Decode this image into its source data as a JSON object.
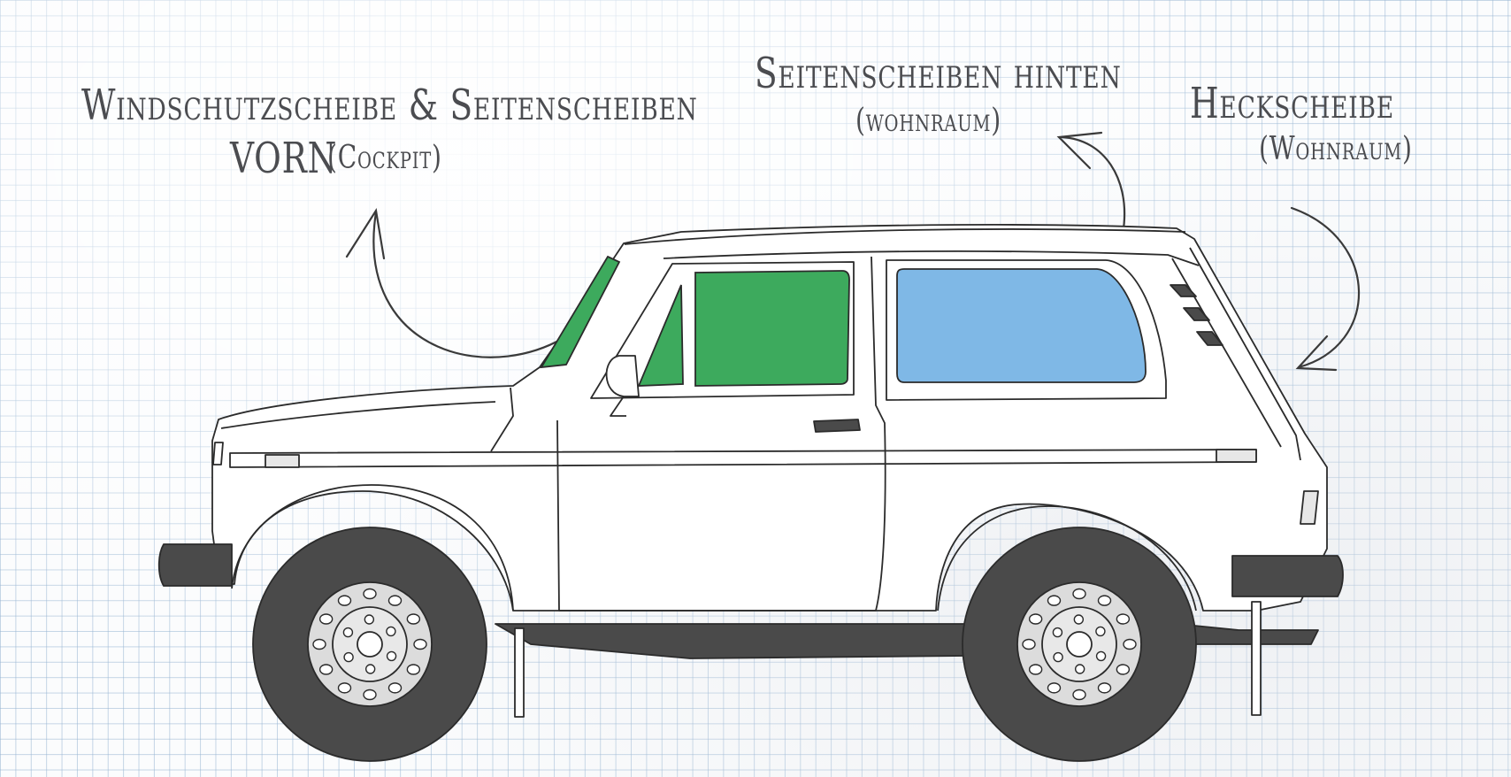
{
  "labels": {
    "front": {
      "line1": "Windschutzscheibe & Seitenscheiben",
      "line2a": "VORN",
      "line2b": "(Cockpit)"
    },
    "rear_side": {
      "line1": "Seitenscheiben hinten",
      "line2": "(wohnraum)"
    },
    "rear": {
      "line1": "Heckscheibe",
      "line2": "(Wohnraum)"
    }
  },
  "colors": {
    "cockpit_glass": "#3daa5d",
    "living_glass": "#7fb8e6",
    "tire": "#4a4a4a",
    "outline": "#2b2b2b",
    "body": "#ffffff",
    "rim": "#dcdcdc",
    "ink": "#4b4c50"
  }
}
